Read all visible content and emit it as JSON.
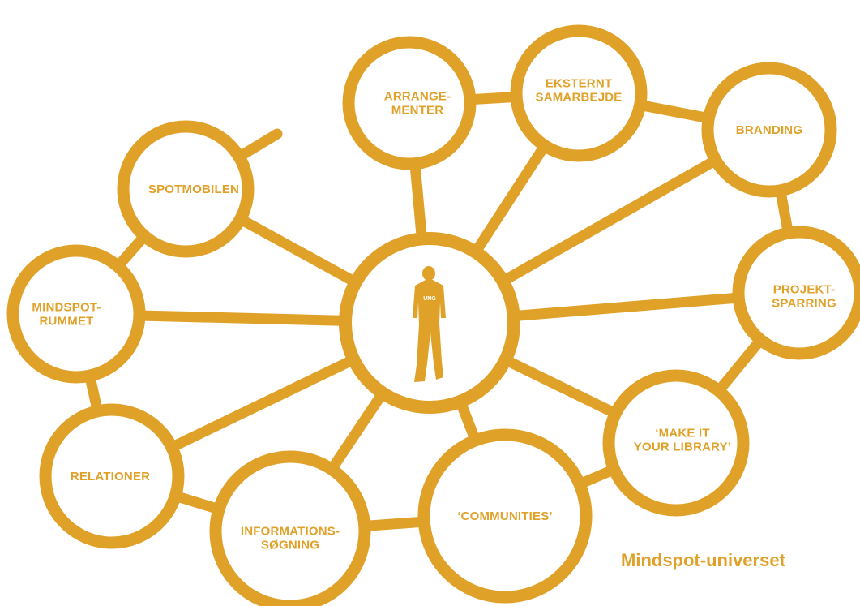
{
  "colors": {
    "accent": "#E0A129",
    "background": "#FFFFFF"
  },
  "center": {
    "icon": "person-silhouette-icon",
    "shirt_text": "UNG"
  },
  "nodes": [
    {
      "id": "arrangementer",
      "lines": [
        "ARRANGE-",
        "MENTER"
      ]
    },
    {
      "id": "eksternt-samarbejde",
      "lines": [
        "EKSTERNT",
        "SAMARBEJDE"
      ]
    },
    {
      "id": "branding",
      "lines": [
        "BRANDING"
      ]
    },
    {
      "id": "projektsparring",
      "lines": [
        "PROJEKT-",
        "SPARRING"
      ]
    },
    {
      "id": "make-it-your-library",
      "lines": [
        "‘MAKE IT",
        "YOUR LIBRARY’"
      ]
    },
    {
      "id": "communities",
      "lines": [
        "‘COMMUNITIES’"
      ]
    },
    {
      "id": "informationssogning",
      "lines": [
        "INFORMATIONS-",
        "SØGNING"
      ]
    },
    {
      "id": "relationer",
      "lines": [
        "RELATIONER"
      ]
    },
    {
      "id": "mindspotrummet",
      "lines": [
        "MINDSPOT-",
        "RUMMET"
      ]
    },
    {
      "id": "spotmobilen",
      "lines": [
        "SPOTMOBILEN"
      ]
    }
  ],
  "caption": "Mindspot-universet"
}
